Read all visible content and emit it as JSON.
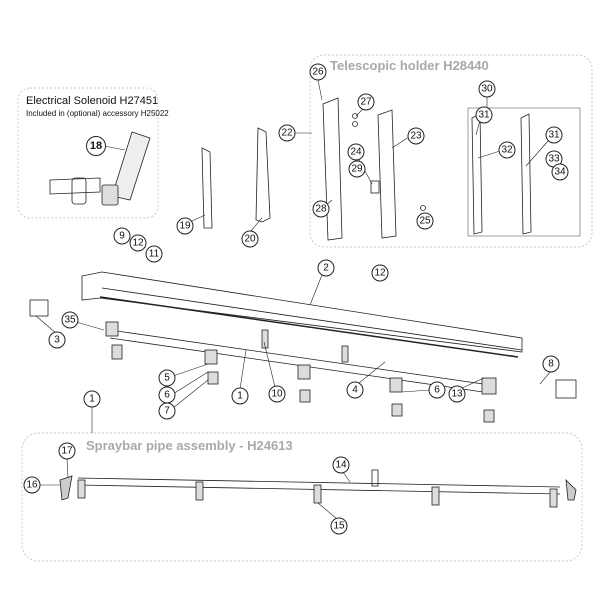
{
  "telescopic_box": {
    "title": "Telescopic holder H28440"
  },
  "solenoid_box": {
    "title": "Electrical Solenoid H27451",
    "subtitle": "Included in (optional) accessory H25022"
  },
  "spraybar_box": {
    "title": "Spraybar pipe assembly - H24613"
  },
  "callouts": {
    "c26": "26",
    "c27": "27",
    "c22": "22",
    "c23": "23",
    "c24": "24",
    "c29": "29",
    "c28": "28",
    "c25": "25",
    "c30": "30",
    "c31a": "31",
    "c32": "32",
    "c31b": "31",
    "c33": "33",
    "c34": "34",
    "c18": "18",
    "c19": "19",
    "c20": "20",
    "c9": "9",
    "c12a": "12",
    "c11": "11",
    "c2": "2",
    "c12b": "12",
    "c35": "35",
    "c3": "3",
    "c5": "5",
    "c6a": "6",
    "c7": "7",
    "c1a": "1",
    "c10": "10",
    "c4": "4",
    "c6b": "6",
    "c13": "13",
    "c8": "8",
    "c1b": "1",
    "c17": "17",
    "c16": "16",
    "c14": "14",
    "c15": "15"
  }
}
